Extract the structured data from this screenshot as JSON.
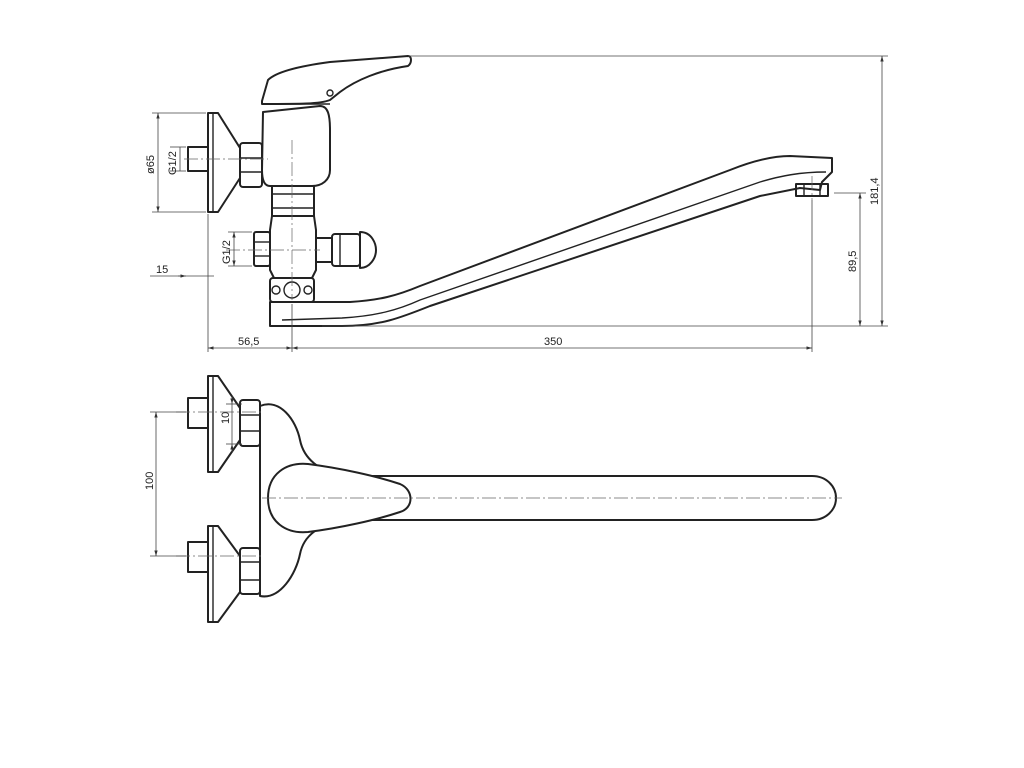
{
  "colors": {
    "line": "#222222",
    "background": "#ffffff"
  },
  "dimensions": {
    "d65": "ø65",
    "g12_top": "G1/2",
    "g12_mid": "G1/2",
    "d15": "15",
    "d56_5": "56,5",
    "d350": "350",
    "d181_4": "181,4",
    "d89_5": "89,5",
    "d10": "10",
    "d100": "100"
  }
}
